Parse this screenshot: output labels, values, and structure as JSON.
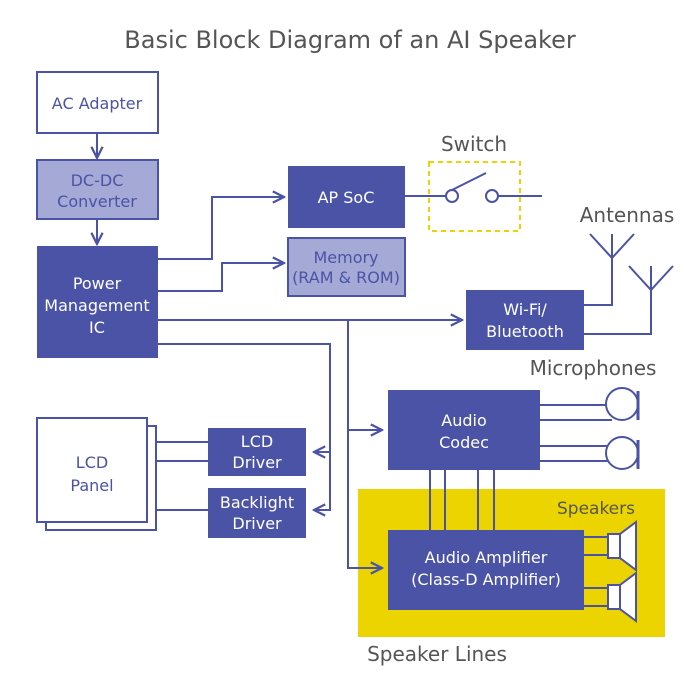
{
  "title": "Basic Block Diagram of an AI Speaker",
  "blocks": {
    "ac_adapter": "AC Adapter",
    "dcdc_line1": "DC-DC",
    "dcdc_line2": "Converter",
    "pmic_line1": "Power",
    "pmic_line2": "Management",
    "pmic_line3": "IC",
    "ap_soc": "AP SoC",
    "memory_line1": "Memory",
    "memory_line2": "(RAM & ROM)",
    "wifi_line1": "Wi-Fi/",
    "wifi_line2": "Bluetooth",
    "audio_codec_line1": "Audio",
    "audio_codec_line2": "Codec",
    "lcd_panel_line1": "LCD",
    "lcd_panel_line2": "Panel",
    "lcd_driver_line1": "LCD",
    "lcd_driver_line2": "Driver",
    "backlight_line1": "Backlight",
    "backlight_line2": "Driver",
    "amp_line1": "Audio Amplifier",
    "amp_line2": "(Class-D Amplifier)"
  },
  "labels": {
    "switch": "Switch",
    "antennas": "Antennas",
    "microphones": "Microphones",
    "speakers": "Speakers",
    "speaker_lines": "Speaker Lines"
  },
  "colors": {
    "primary_blue": "#4a53a6",
    "light_blue": "#a4a9d6",
    "speaker_yellow": "#ebd400",
    "switch_dash": "#ebd400",
    "text_gray": "#555555"
  }
}
